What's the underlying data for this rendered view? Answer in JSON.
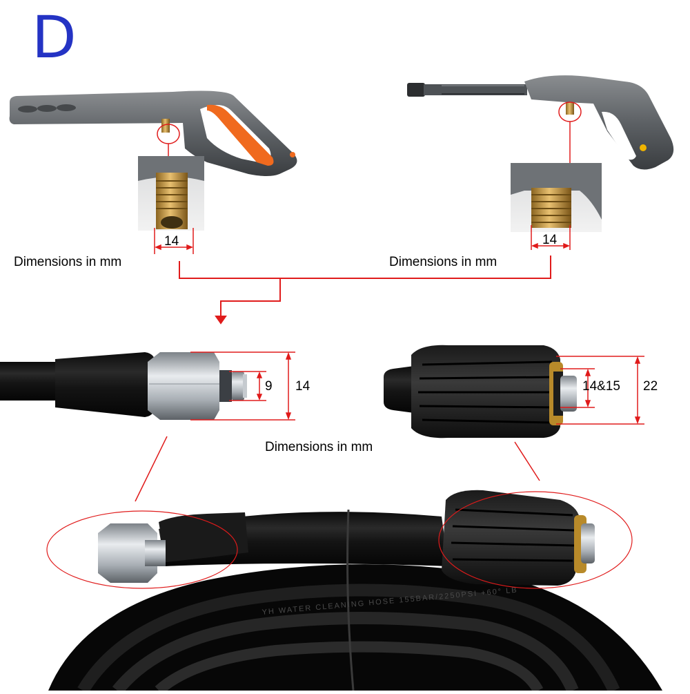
{
  "variant_label": "D",
  "colors": {
    "accent_red": "#e01b1b",
    "variant_blue": "#2433c4",
    "gun_gray": "#565a5e",
    "trigger_orange": "#f06a1e",
    "brass": "#c89a3c",
    "hose_black": "#161616"
  },
  "top_left_gun": {
    "thread_dimension": "14",
    "caption": "Dimensions in mm"
  },
  "top_right_gun": {
    "thread_dimension": "14",
    "caption": "Dimensions in mm"
  },
  "hose_left_fitting": {
    "inner_dimension": "9",
    "outer_dimension": "14"
  },
  "hose_right_fitting": {
    "inner_dimension": "14&15",
    "outer_dimension": "22"
  },
  "middle_caption": "Dimensions in mm",
  "hose_print_text": "YH WATER CLEANING HOSE 155BAR/2250PSI +60° LB"
}
